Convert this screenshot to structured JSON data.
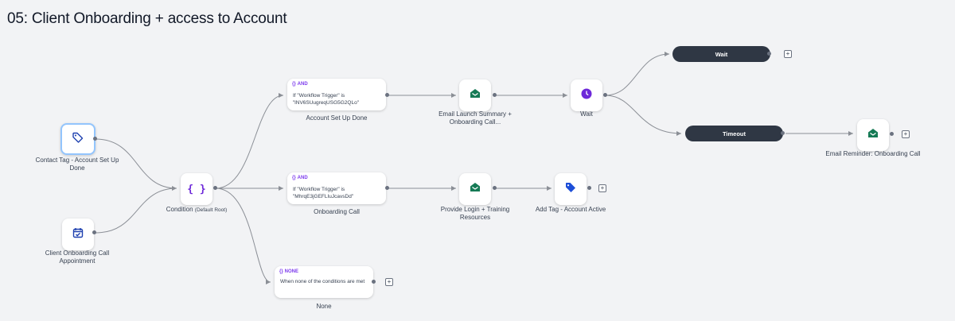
{
  "workflow_title": "05: Client Onboarding + access to Account",
  "triggers": {
    "contact_tag": {
      "label": "Contact Tag - Account Set Up Done"
    },
    "appointment": {
      "label": "Client Onboarding Call Appointment"
    }
  },
  "condition": {
    "label": "Condition",
    "sub": "(Default Root)"
  },
  "branches": {
    "account_setup": {
      "tag": "AND",
      "line1": "If \"Workflow Trigger\" is",
      "line2": "\"lNV6SUugreqUSG5G2QLo\"",
      "name": "Account Set Up Done"
    },
    "onboarding_call": {
      "tag": "AND",
      "line1": "If \"Workflow Trigger\" is",
      "line2": "\"MhrqE3jGEFLIuJcavsDd\"",
      "name": "Onboarding Call"
    },
    "none": {
      "tag": "NONE",
      "line1": "When none of the conditions are met",
      "name": "None"
    }
  },
  "actions": {
    "email_launch": {
      "label": "Email Launch Summary + Onboarding Call..."
    },
    "wait": {
      "label": "Wait"
    },
    "wait_pill": {
      "label": "Wait"
    },
    "timeout_pill": {
      "label": "Timeout"
    },
    "email_reminder": {
      "label": "Email Reminder: Onboarding Call"
    },
    "provide_login": {
      "label": "Provide Login + Training Resources"
    },
    "add_tag": {
      "label": "Add Tag - Account Active"
    }
  },
  "add_symbol": "+",
  "braces_symbol": "{ }",
  "icons": [
    "tag-icon",
    "calendar-check-icon",
    "braces-icon",
    "envelope-open-icon",
    "clock-icon",
    "tag-filled-icon",
    "plus-icon"
  ],
  "colors": {
    "email_green": "#157a55",
    "wait_purple": "#6d28d9",
    "tag_blue": "#1d4ed8",
    "calendar_blue": "#1e40af",
    "pill_dark": "#2f3744",
    "and_purple": "#7c3aed"
  }
}
